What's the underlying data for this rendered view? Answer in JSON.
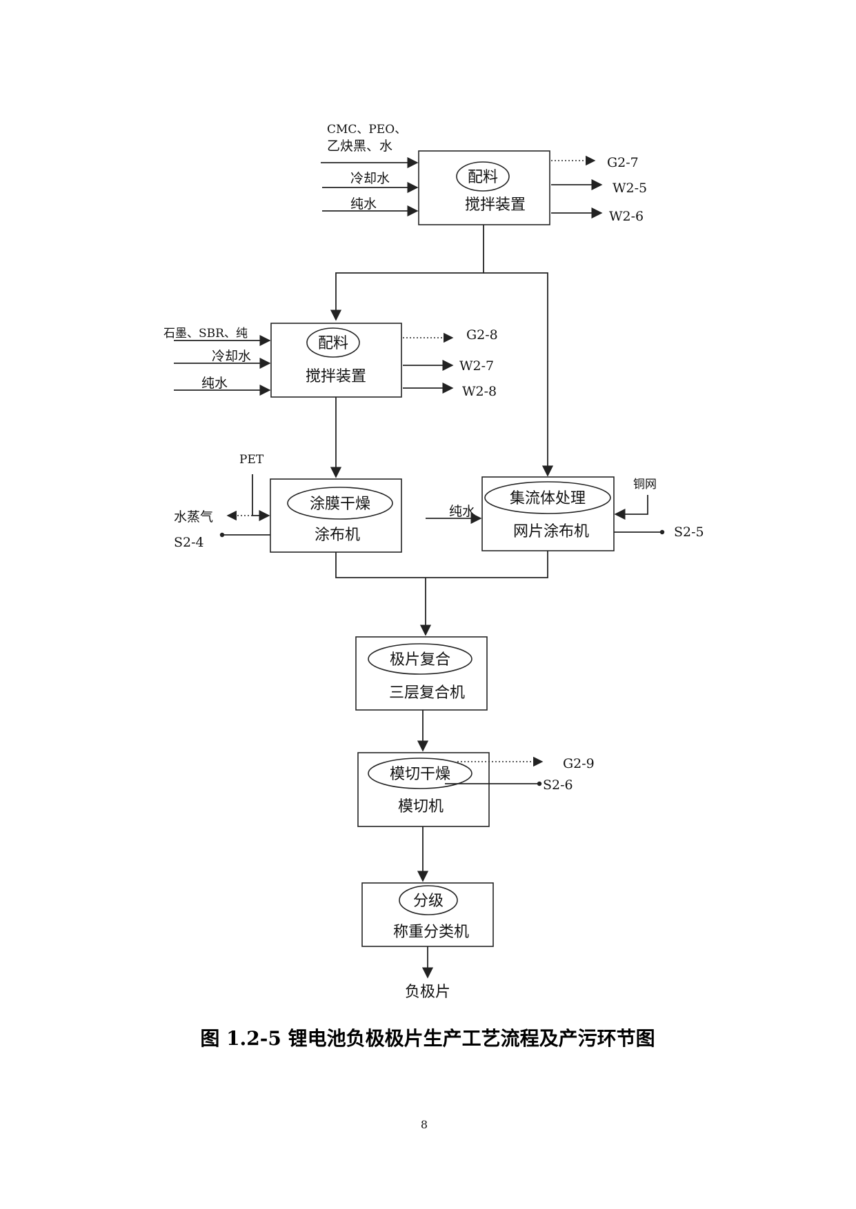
{
  "box1": {
    "title": "配料",
    "sub": "搅拌装置"
  },
  "box1_inputs": [
    "CMC、PEO、",
    "乙炔黑、水",
    "冷却水",
    "纯水"
  ],
  "box1_outputs": [
    "G2-7",
    "W2-5",
    "W2-6"
  ],
  "box2": {
    "title": "配料",
    "sub": "搅拌装置"
  },
  "box2_inputs": [
    "石墨、SBR、纯",
    "冷却水",
    "纯水"
  ],
  "box2_outputs": [
    "G2-8",
    "W2-7",
    "W2-8"
  ],
  "box3": {
    "title": "涂膜干燥",
    "sub": "涂布机"
  },
  "box3_io": {
    "input": "PET",
    "steam": "水蒸气",
    "solid": "S2-4"
  },
  "box4": {
    "title": "集流体处理",
    "sub": "网片涂布机"
  },
  "box4_io": {
    "water": "纯水",
    "mesh": "铜网",
    "solid": "S2-5"
  },
  "box5": {
    "title": "极片复合",
    "sub": "三层复合机"
  },
  "box6": {
    "title": "模切干燥",
    "sub": "模切机"
  },
  "box6_outputs": [
    "G2-9",
    "S2-6"
  ],
  "box7": {
    "title": "分级",
    "sub": "称重分类机"
  },
  "product": "负极片",
  "caption": "图 1.2-5 锂电池负极极片生产工艺流程及产污环节图",
  "page_number": "8"
}
